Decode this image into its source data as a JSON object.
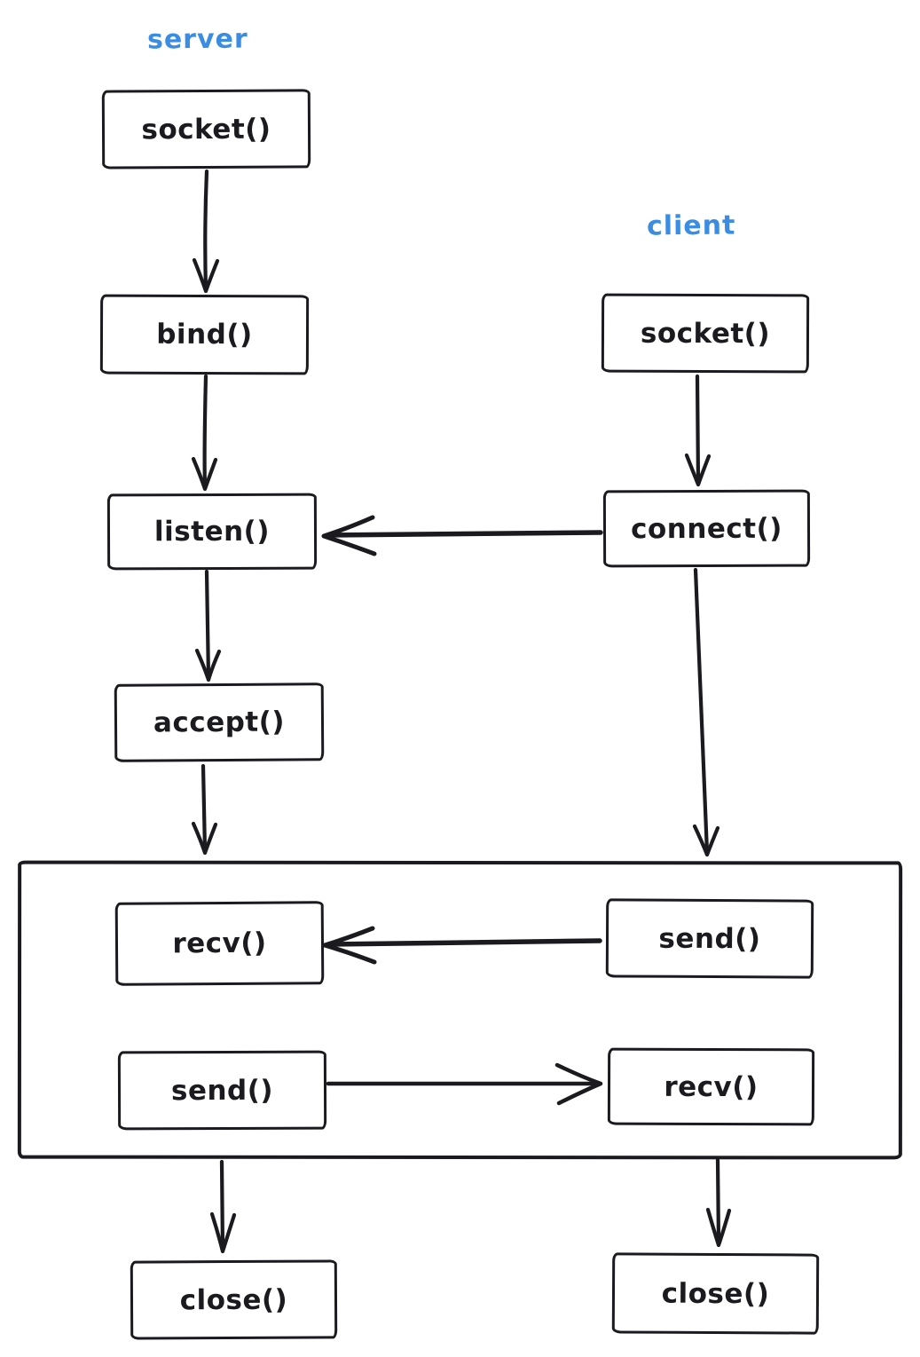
{
  "diagram": {
    "title_left": "server",
    "title_right": "client",
    "colors": {
      "label_blue": "#3b8de3",
      "stroke_black": "#1b1b1f",
      "background": "#ffffff"
    },
    "nodes": {
      "server_socket": "socket()",
      "server_bind": "bind()",
      "server_listen": "listen()",
      "server_accept": "accept()",
      "server_recv": "recv()",
      "server_send": "send()",
      "server_close": "close()",
      "client_socket": "socket()",
      "client_connect": "connect()",
      "client_send": "send()",
      "client_recv": "recv()",
      "client_close": "close()"
    },
    "edges": [
      {
        "from": "server_socket",
        "to": "server_bind"
      },
      {
        "from": "server_bind",
        "to": "server_listen"
      },
      {
        "from": "server_listen",
        "to": "server_accept"
      },
      {
        "from": "server_accept",
        "to": "data-transfer-box"
      },
      {
        "from": "client_socket",
        "to": "client_connect"
      },
      {
        "from": "client_connect",
        "to": "server_listen"
      },
      {
        "from": "client_connect",
        "to": "data-transfer-box"
      },
      {
        "from": "client_send",
        "to": "server_recv"
      },
      {
        "from": "server_send",
        "to": "client_recv"
      },
      {
        "from": "data-transfer-box",
        "to": "server_close"
      },
      {
        "from": "data-transfer-box",
        "to": "client_close"
      }
    ]
  }
}
